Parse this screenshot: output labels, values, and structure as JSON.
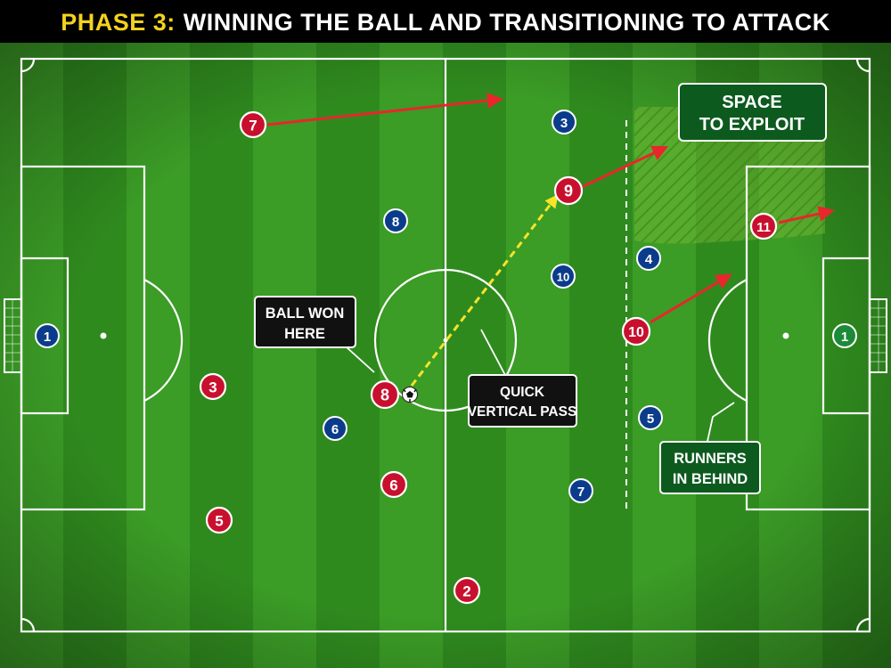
{
  "title": {
    "highlight": "PHASE 3:",
    "main": "WINNING THE BALL AND TRANSITIONING TO ATTACK"
  },
  "colors": {
    "title_highlight": "#f4d21f",
    "red_team": "#c8102e",
    "blue_team": "#0b3c8c",
    "goalkeeper_right": "#1d8a3a",
    "run_arrow": "#e8262b",
    "pass_arrow": "#f5e42a",
    "callout_dark": "#111111",
    "callout_green": "#0d5a1f"
  },
  "players": {
    "red": [
      "7",
      "3",
      "8",
      "6",
      "5",
      "2",
      "9",
      "10",
      "11"
    ],
    "blue": [
      "1",
      "8",
      "6",
      "3",
      "10",
      "7",
      "4",
      "5"
    ],
    "green": [
      "1"
    ]
  },
  "callouts": {
    "ball_won": {
      "line1": "BALL WON",
      "line2": "HERE"
    },
    "quick_pass": {
      "line1": "QUICK",
      "line2": "VERTICAL PASS"
    },
    "space": {
      "line1": "SPACE",
      "line2": "TO EXPLOIT"
    },
    "runners": {
      "line1": "RUNNERS",
      "line2": "IN BEHIND"
    }
  },
  "icons": {
    "ball": "soccer-ball-icon"
  }
}
